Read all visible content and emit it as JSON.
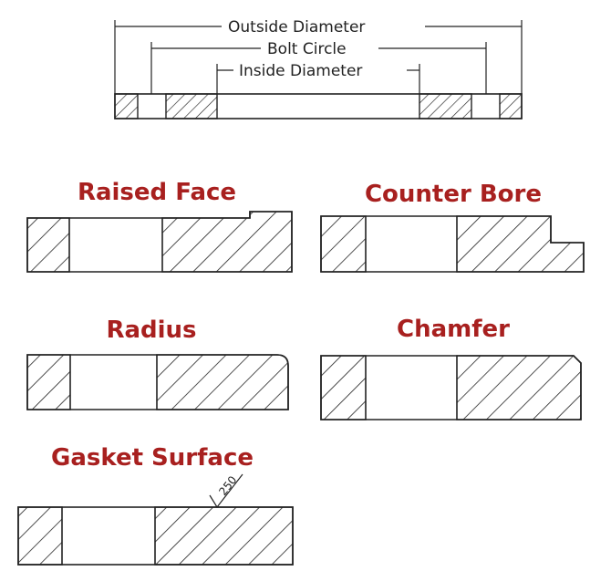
{
  "dimensions": {
    "outside_diameter": "Outside Diameter",
    "bolt_circle": "Bolt Circle",
    "inside_diameter": "Inside Diameter"
  },
  "faces": {
    "raised_face": "Raised Face",
    "counter_bore": "Counter Bore",
    "radius": "Radius",
    "chamfer": "Chamfer",
    "gasket_surface": "Gasket Surface",
    "gasket_value": "250"
  }
}
